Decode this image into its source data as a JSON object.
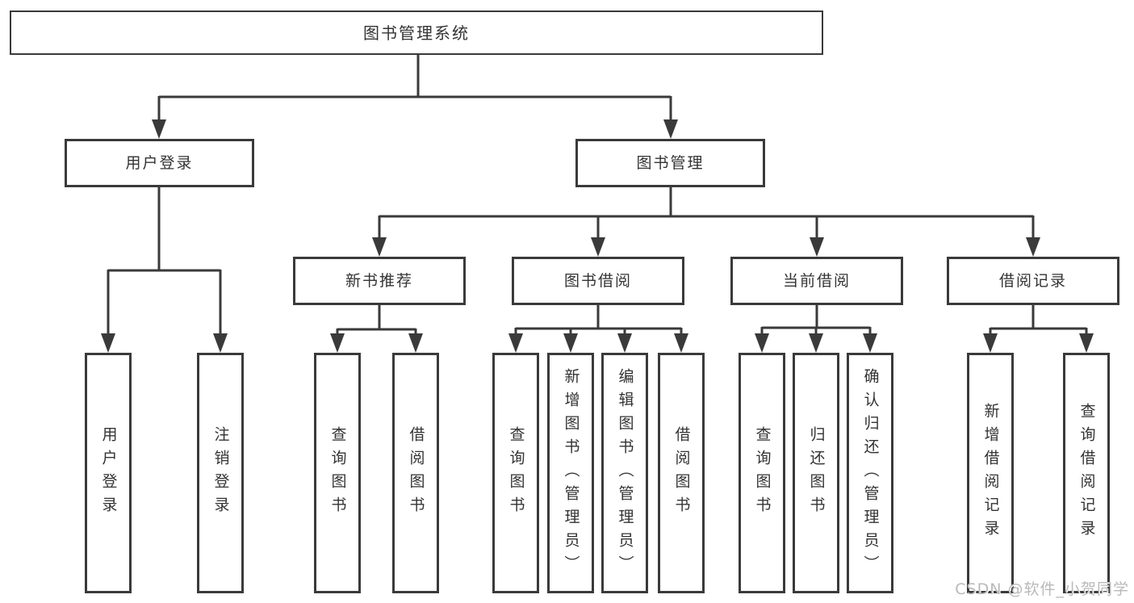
{
  "tree": {
    "root": {
      "label": "图书管理系统",
      "children": [
        {
          "label": "用户登录",
          "children": [
            {
              "label": "用户登录"
            },
            {
              "label": "注销登录"
            }
          ]
        },
        {
          "label": "图书管理",
          "children": [
            {
              "label": "新书推荐",
              "children": [
                {
                  "label": "查询图书"
                },
                {
                  "label": "借阅图书"
                }
              ]
            },
            {
              "label": "图书借阅",
              "children": [
                {
                  "label": "查询图书"
                },
                {
                  "label": "新增图书（管理员）"
                },
                {
                  "label": "编辑图书（管理员）"
                },
                {
                  "label": "借阅图书"
                }
              ]
            },
            {
              "label": "当前借阅",
              "children": [
                {
                  "label": "查询图书"
                },
                {
                  "label": "归还图书"
                },
                {
                  "label": "确认归还（管理员）"
                }
              ]
            },
            {
              "label": "借阅记录",
              "children": [
                {
                  "label": "新增借阅记录"
                },
                {
                  "label": "查询借阅记录"
                }
              ]
            }
          ]
        }
      ]
    }
  },
  "watermark": {
    "text": "CSDN @软件_小贺同学"
  },
  "colors": {
    "line": "#3a3a3a",
    "box_border": "#3a3a3a",
    "text": "#333333",
    "watermark_text": "#b9b9b9",
    "background": "#ffffff"
  }
}
